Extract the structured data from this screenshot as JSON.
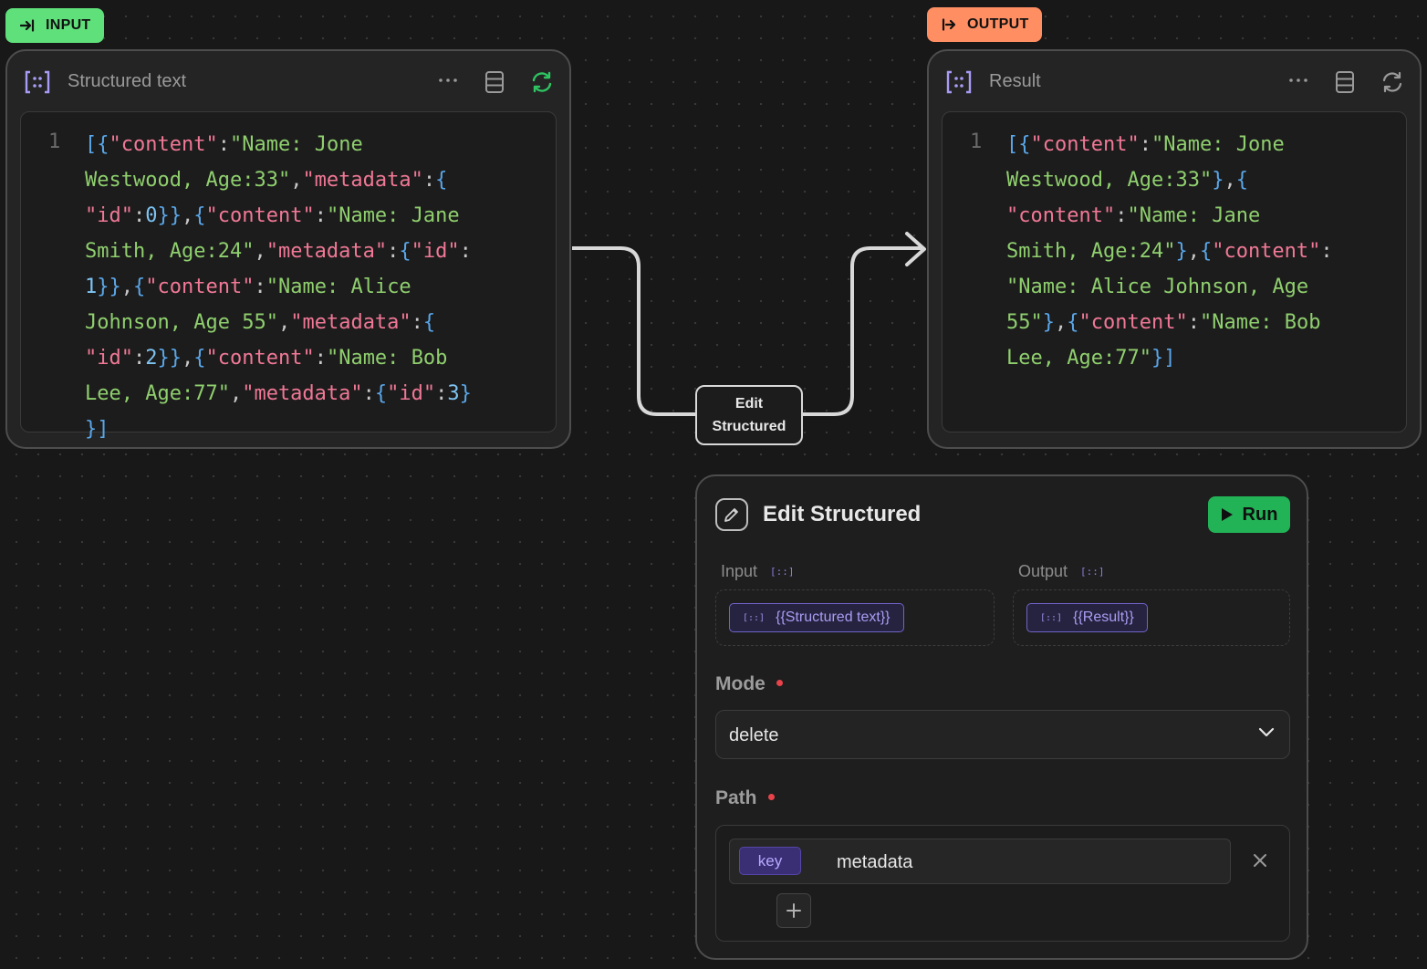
{
  "badges": {
    "input": "INPUT",
    "output": "OUTPUT"
  },
  "colors": {
    "input_badge": "#5fe07a",
    "output_badge": "#ff8f63",
    "run": "#22b357",
    "chip_border": "#6f64c8",
    "required": "#e8434b"
  },
  "input_node": {
    "title": "Structured text",
    "icon": "structured-data-icon",
    "line_number": "1",
    "code": "[{\"content\":\"Name: Jone Westwood, Age:33\",\"metadata\":{\"id\":0}},{\"content\":\"Name: Jane Smith, Age:24\",\"metadata\":{\"id\":1}},{\"content\":\"Name: Alice Johnson, Age 55\",\"metadata\":{\"id\":2}},{\"content\":\"Name: Bob Lee, Age:77\",\"metadata\":{\"id\":3}}]"
  },
  "output_node": {
    "title": "Result",
    "icon": "structured-data-icon",
    "line_number": "1",
    "code": "[{\"content\":\"Name: Jone Westwood, Age:33\"},{\"content\":\"Name: Jane Smith, Age:24\"},{\"content\":\"Name: Alice Johnson, Age 55\"},{\"content\":\"Name: Bob Lee, Age:77\"}]"
  },
  "edge_label": {
    "line1": "Edit",
    "line2": "Structured"
  },
  "panel": {
    "title": "Edit Structured",
    "run_label": "Run",
    "input_label": "Input",
    "input_chip": "{{Structured text}}",
    "output_label": "Output",
    "output_chip": "{{Result}}",
    "mode_label": "Mode",
    "mode_value": "delete",
    "path_label": "Path",
    "path_key_tag": "key",
    "path_value": "metadata"
  }
}
